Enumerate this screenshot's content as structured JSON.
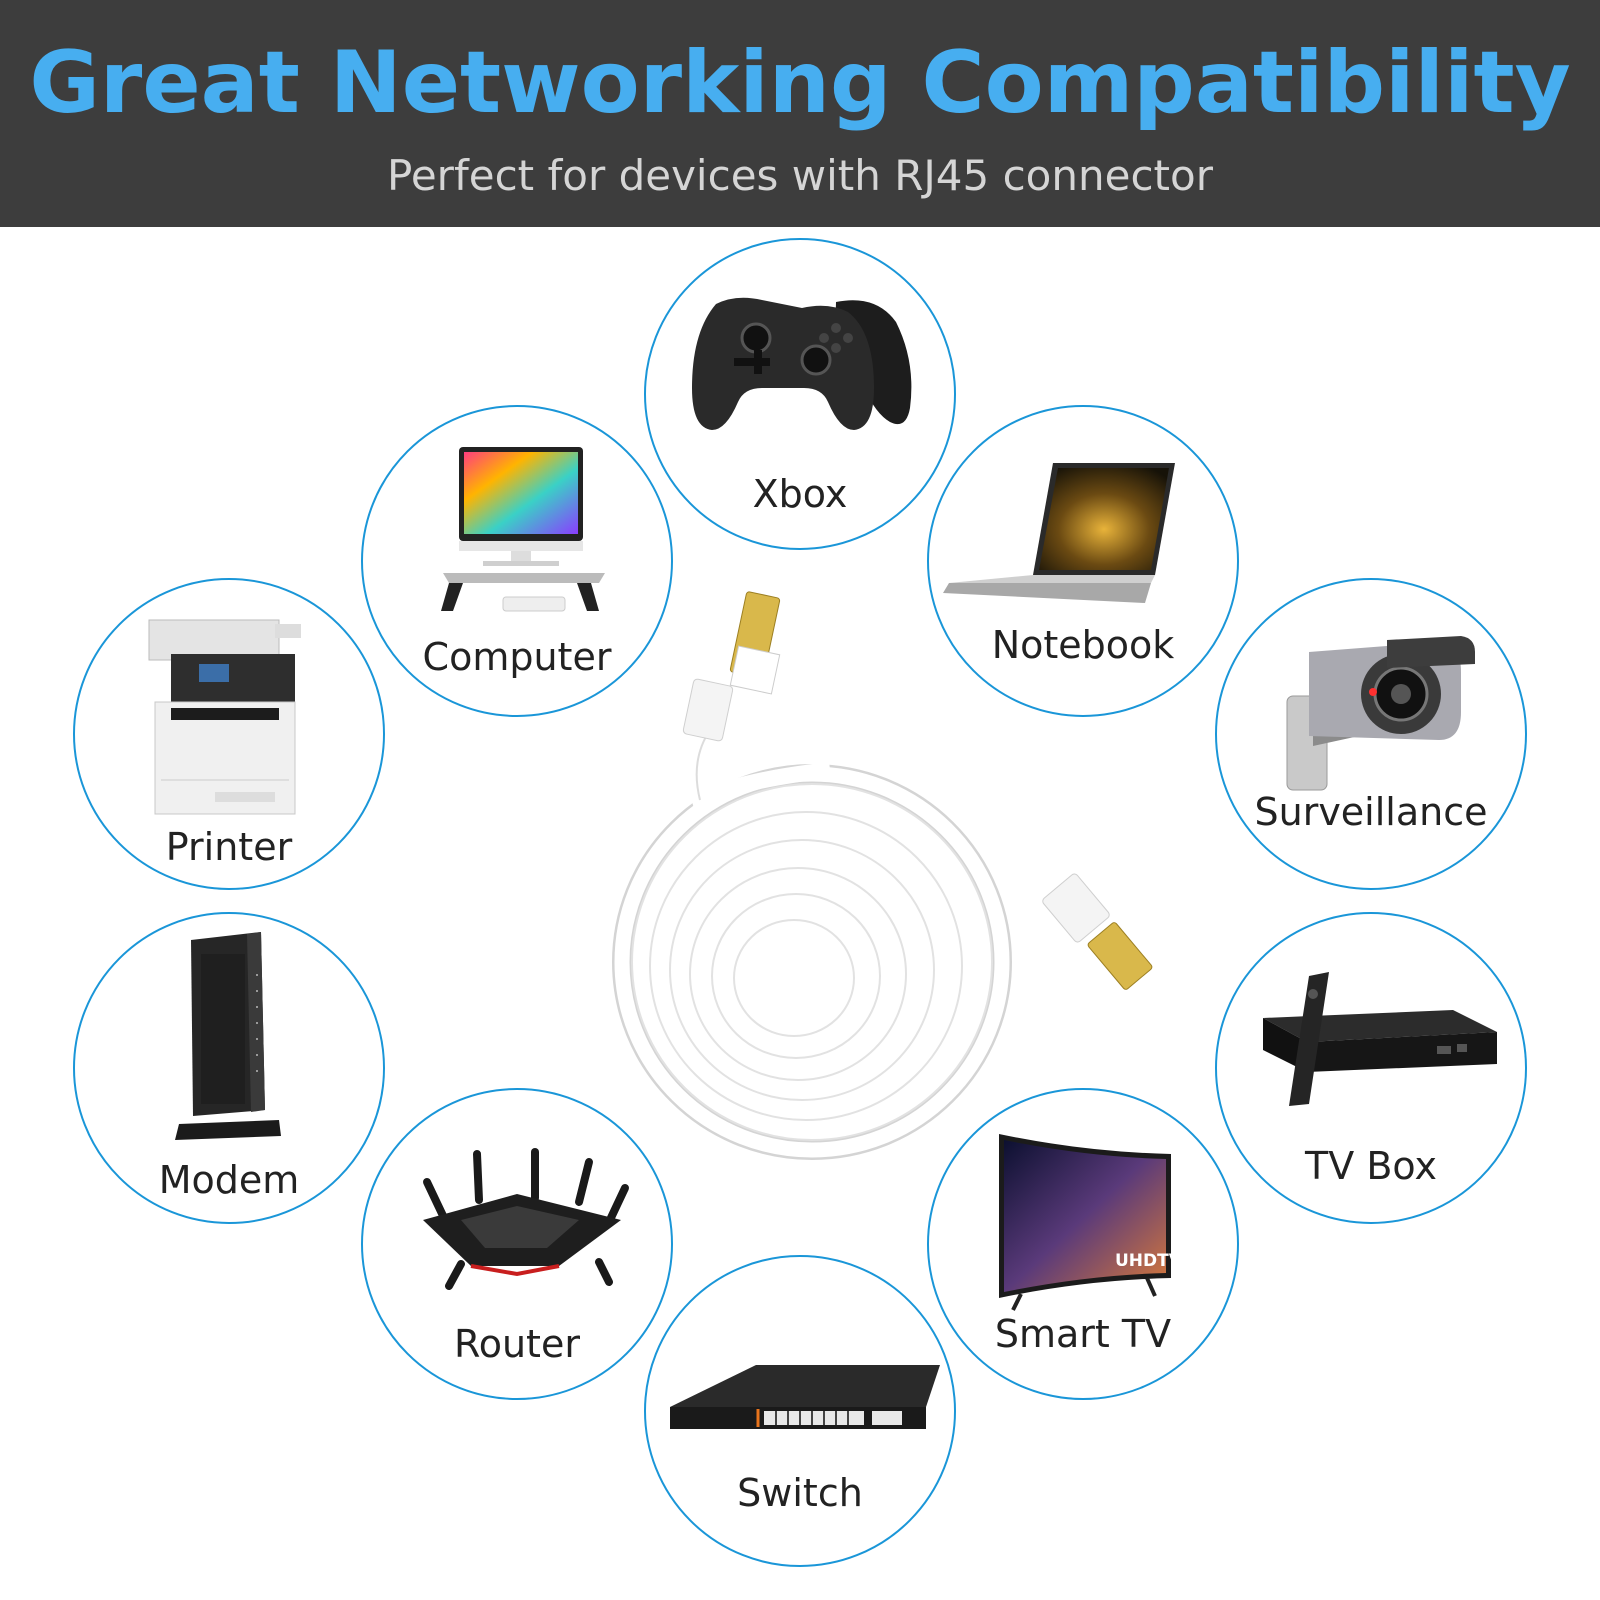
{
  "header": {
    "title": "Great Networking Compatibility",
    "subtitle": "Perfect for devices with RJ45 connector"
  },
  "accent_color": "#1a96d8",
  "title_color": "#47aef0",
  "devices": [
    {
      "label": "Xbox",
      "icon": "game-controller-icon"
    },
    {
      "label": "Computer",
      "icon": "desktop-computer-icon"
    },
    {
      "label": "Notebook",
      "icon": "laptop-icon"
    },
    {
      "label": "Printer",
      "icon": "printer-icon"
    },
    {
      "label": "Surveillance",
      "icon": "security-camera-icon"
    },
    {
      "label": "Modem",
      "icon": "modem-icon"
    },
    {
      "label": "TV Box",
      "icon": "tv-box-icon"
    },
    {
      "label": "Router",
      "icon": "router-icon"
    },
    {
      "label": "Smart TV",
      "icon": "smart-tv-icon"
    },
    {
      "label": "Switch",
      "icon": "network-switch-icon"
    }
  ],
  "product": {
    "icon": "ethernet-cable-icon",
    "tv_badge": "UHDTV"
  }
}
